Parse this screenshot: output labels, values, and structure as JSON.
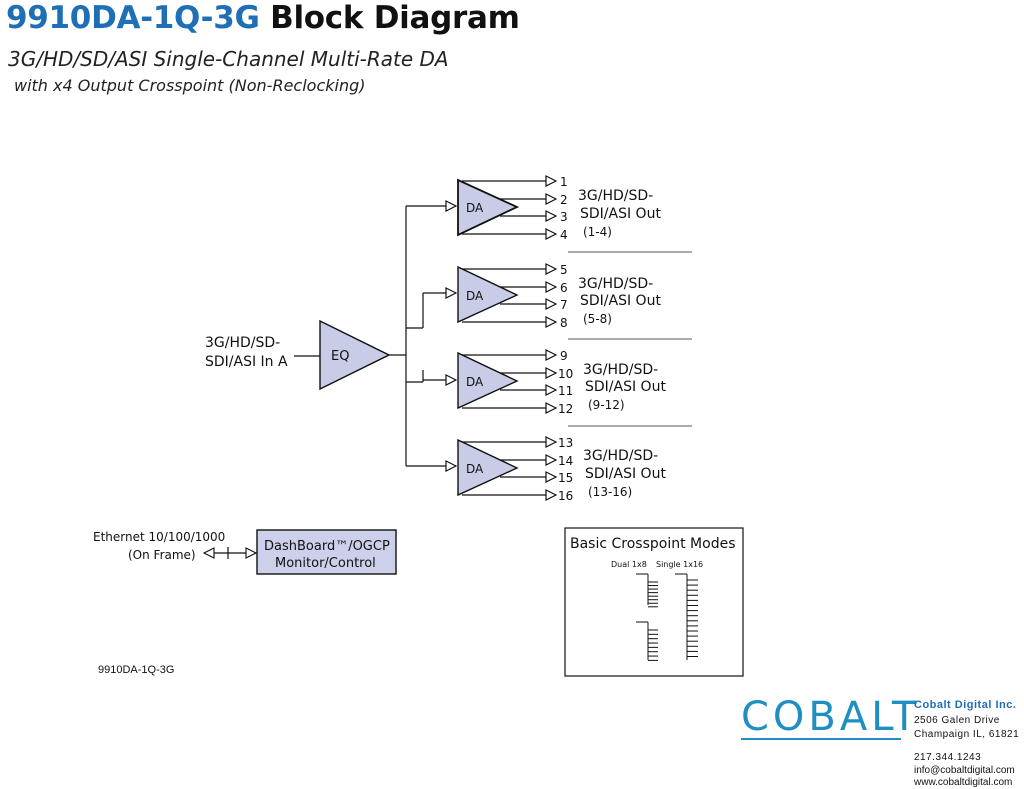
{
  "header": {
    "model": "9910DA-1Q-3G",
    "title_rest": "Block Diagram",
    "subtitle": "3G/HD/SD/ASI Single-Channel Multi-Rate DA",
    "subtitle2": "with x4 Output Crosspoint (Non-Reclocking)"
  },
  "input": {
    "line1": "3G/HD/SD-",
    "line2": "SDI/ASI In A",
    "eq_label": "EQ"
  },
  "da_label": "DA",
  "groups": [
    {
      "outputs": [
        "1",
        "2",
        "3",
        "4"
      ],
      "line1": "3G/HD/SD-",
      "line2": "SDI/ASI Out",
      "range": "(1-4)"
    },
    {
      "outputs": [
        "5",
        "6",
        "7",
        "8"
      ],
      "line1": "3G/HD/SD-",
      "line2": "SDI/ASI Out",
      "range": "(5-8)"
    },
    {
      "outputs": [
        "9",
        "10",
        "11",
        "12"
      ],
      "line1": "3G/HD/SD-",
      "line2": "SDI/ASI Out",
      "range": "(9-12)"
    },
    {
      "outputs": [
        "13",
        "14",
        "15",
        "16"
      ],
      "line1": "3G/HD/SD-",
      "line2": "SDI/ASI Out",
      "range": "(13-16)"
    }
  ],
  "ethernet": {
    "line1": "Ethernet 10/100/1000",
    "line2": "(On Frame)"
  },
  "dashboard": {
    "line1": "DashBoard™/OGCP",
    "line2": "Monitor/Control"
  },
  "crosspoint": {
    "title": "Basic Crosspoint Modes",
    "mode1": "Dual 1x8",
    "mode2": "Single 1x16"
  },
  "footer_code": "9910DA-1Q-3G",
  "company": {
    "logo": "COBALT",
    "name": "Cobalt Digital Inc.",
    "address1": "2506 Galen Drive",
    "address2": "Champaign IL, 61821",
    "phone": "217.344.1243",
    "email": "info@cobaltdigital.com",
    "web": "www.cobaltdigital.com"
  },
  "colors": {
    "brand_blue": "#1f6fb6",
    "logo_blue": "#1f8fc2",
    "block_fill": "#c9cce6",
    "dashboard_fill": "#cdd0ea"
  }
}
